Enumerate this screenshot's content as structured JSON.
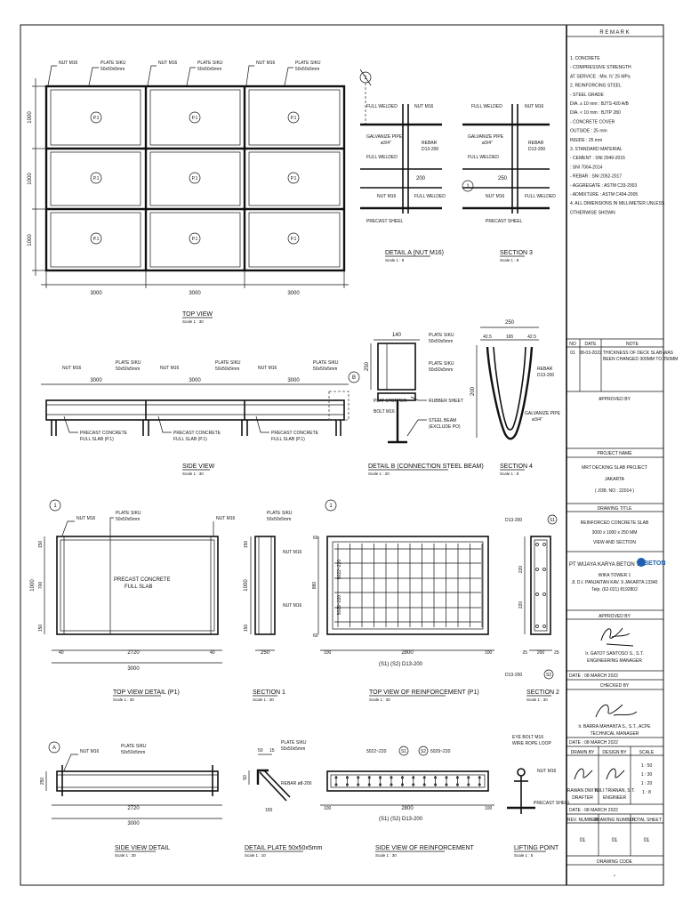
{
  "common": {
    "nut": "NUT M16",
    "plate_siku": "PLATE SIKU",
    "plate_size": "50x50x5mm",
    "full_welded": "FULL WELDED",
    "galvanize_pipe": "GALVANIZE PIPE",
    "pipe_size": "ø3/4\"",
    "rebar": "REBAR",
    "d13_200": "D13-200",
    "precast_steel": "PRECAST SHEEL",
    "panel_p1": "P.1",
    "precast_full_slab": "PRECAST CONCRETE",
    "full_slab_p1": "FULL SLAB (P.1)",
    "full_slab": "FULL SLAB",
    "bolt": "BOLT M16",
    "plat_stopper": "PLAT STOPPER",
    "rubber_sheet": "RUBBER SHEET",
    "steel_beam": "STEEL BEAM",
    "existing": "(EXCLUDE PO)",
    "s1": "S1",
    "s2": "S2",
    "s1s2_label": "(S1)  (S2)  D13-200",
    "tag_1": "1",
    "tag_a": "A",
    "tag_b": "B",
    "d13_200_s1": "D13-200",
    "d13_200_s2": "D13-200",
    "rebar_8_200": "REBAR ø8-200",
    "eye_bolt": "EYE BOLT M16",
    "wire_rope": "WIRE ROPE LOOP",
    "nut_m16_b": "NUT M16",
    "s5022": "5022~220",
    "s5029": "5029~220"
  },
  "dims": {
    "d1000": "1000",
    "d3000": "3000",
    "d200": "200",
    "d250": "250",
    "d140": "140",
    "d165": "165",
    "d42_5": "42.5",
    "d700": "700",
    "d150": "150",
    "d40": "40",
    "d2720": "2720",
    "d2800": "2800",
    "d100": "100",
    "d880": "880",
    "d60": "60",
    "d25": "25",
    "d50": "50",
    "d220": "220",
    "d15": "15"
  },
  "captions": {
    "top_view": "TOP VIEW",
    "side_view": "SIDE VIEW",
    "detail_a": "DETAIL A (NUT M16)",
    "section_3": "SECTION 3",
    "detail_b": "DETAIL B (CONNECTION STEEL BEAM)",
    "section_4": "SECTION 4",
    "top_view_detail": "TOP VIEW DETAIL (P1)",
    "section_1": "SECTION 1",
    "top_view_reinf": "TOP VIEW OF REINFORCEMENT (P1)",
    "section_2": "SECTION 2",
    "side_view_detail": "SIDE VIEW DETAIL",
    "detail_plate": "DETAIL PLATE 50x50x5mm",
    "side_view_reinf": "SIDE VIEW OF REINFORCEMENT",
    "lifting_point": "LIFTING POINT",
    "scale_30": "Scale 1 : 30",
    "scale_8": "Scale 1 : 8",
    "scale_5": "Scale 1 : 5",
    "scale_20": "Scale 1 : 20",
    "scale_10": "Scale 1 : 10"
  },
  "remark": {
    "header": "R E M A R K",
    "lines": [
      "1. CONCRETE",
      "  -  COMPRESSIVE STRENGTH",
      "     AT SERVICE      : Min. fc' 25 MPa",
      "2. REINFORCING STEEL",
      "  -  STEEL GRADE",
      "     DIA. ≥ 10 mm  : BJTS 420 A/B",
      "     DIA. < 10 mm  : BJTP 280",
      "  -  CONCRETE COVER",
      "     OUTSIDE          : 25 mm",
      "     INSIDE             : 25 mm",
      "3. STANDARD MATERIAL",
      "  -  CEMENT          : SNI 2049-2015",
      "                            : SNI 7064-2014",
      "  -  REBAR             : SNI 2052-2017",
      "  -  AGGREGATE    : ASTM C33-2003",
      "  -  ADMIXTURE    : ASTM C494-2005",
      "4. ALL DIMENSIONS IN MILLIMETER UNLESS",
      "    OTHERWISE SHOWN"
    ]
  },
  "revision": {
    "col_no": "NO",
    "col_date": "DATE",
    "col_note": "NOTE",
    "row_no": "01",
    "row_date": "08-03-2022",
    "row_note_1": "THICKNESS OF DECK SLAB WAS",
    "row_note_2": "BEEN CHANGED 300MM TO 250MM",
    "approved_by": "APPROVED BY"
  },
  "project": {
    "name_label": "PROJECT NAME",
    "name_1": "MRT DECKING SLAB PROJECT",
    "name_2": "JAKARTA",
    "job_no": "( JOB. NO : 22014 )",
    "title_label": "DRAWING TITLE",
    "title_1": "REINFORCED CONCRETE SLAB",
    "title_2": "3000 x 1000 x 250 MM",
    "title_3": "VIEW AND SECTION"
  },
  "company": {
    "name": "PT WIJAYA KARYA BETON Tbk",
    "logo": "BETON",
    "addr_1": "WIKA TOWER 1",
    "addr_2": "Jl. D.I. PANJAITAN KAV. 9 JAKARTA 13340",
    "phone": "Telp. (62-021) 8192802"
  },
  "approval": {
    "approved_by": "APPROVED BY",
    "approver_name": "Ir. GATOT SANTOSO S., S.T.",
    "approver_role": "ENGINEERING MANAGER",
    "date_1": "DATE : 08 MARCH 2022",
    "checked_by": "CHECKED BY",
    "checker_name": "Ir. BARRA MAHANTA S., S.T., ACPE",
    "checker_role": "TECHNICAL MANAGER",
    "date_2": "DATE : 08 MARCH 2022",
    "drawn_by": "DRAWN BY",
    "design_by": "DESIGN BY",
    "scale": "SCALE",
    "drawer_name": "IRAWAN DWI N.",
    "drawer_role": "DRAFTER",
    "designer_name": "YULI TRIANAN, S.T.",
    "designer_role": "ENGINEER",
    "scale_1": "1 : 50",
    "scale_2": "1 : 30",
    "scale_3": "1 : 20",
    "scale_4": "1 : 8",
    "date_3": "DATE : 08 MARCH 2022",
    "rev_no_label": "REV. NUMBER",
    "dwg_no_label": "DRAWING NUMBER",
    "total_label": "TOTAL SHEET",
    "rev_no": "01",
    "dwg_no": "01",
    "total": "01",
    "code_label": "DRAWING CODE",
    "code": "-"
  }
}
